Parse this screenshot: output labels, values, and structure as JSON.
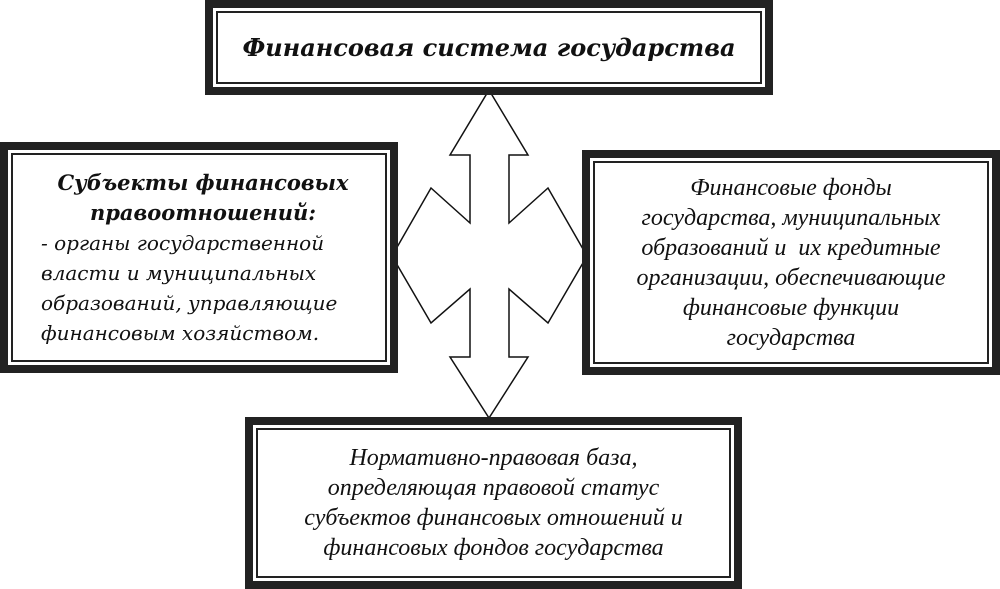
{
  "title": "Финансовая система государства",
  "left_box": {
    "heading_line1": "Субъекты финансовых",
    "heading_line2": "правоотношений:",
    "lines": [
      "- органы государственной",
      "власти и муниципальных",
      "образований, управляющие",
      "финансовым хозяйством."
    ]
  },
  "right_box": {
    "lines": [
      "Финансовые фонды",
      "государства, муниципальных",
      "образований и  их кредитные",
      "организации, обеспечивающие",
      "финансовые функции",
      "государства"
    ]
  },
  "bottom_box": {
    "lines": [
      "Нормативно-правовая база,",
      "определяющая правовой статус",
      "субъектов финансовых отношений и",
      "финансовых фондов государства"
    ]
  }
}
